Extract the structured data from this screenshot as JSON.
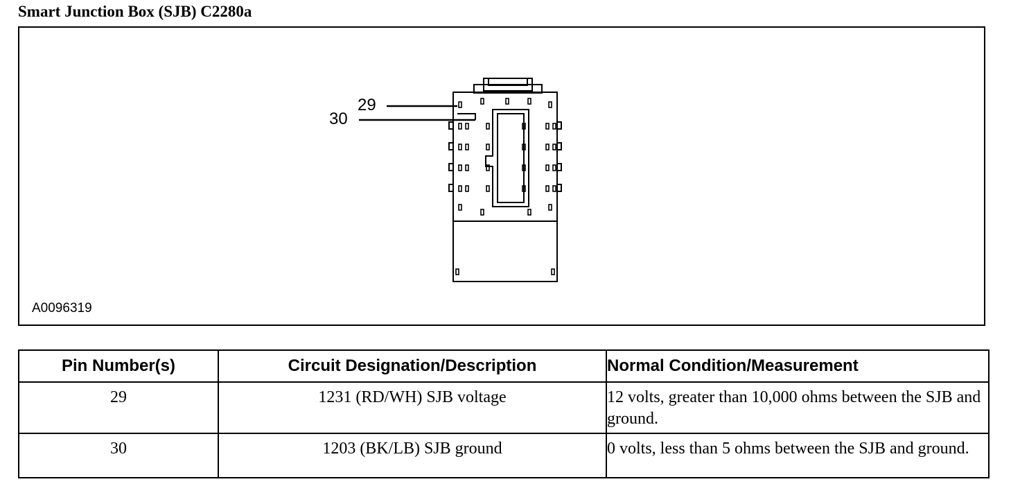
{
  "title": "Smart Junction Box (SJB) C2280a",
  "figure": {
    "id": "A0096319",
    "pin_labels": [
      {
        "pin": "29"
      },
      {
        "pin": "30"
      }
    ]
  },
  "table": {
    "headers": [
      "Pin Number(s)",
      "Circuit Designation/Description",
      "Normal Condition/Measurement"
    ],
    "rows": [
      [
        "29",
        "1231 (RD/WH) SJB voltage",
        "12 volts, greater than 10,000 ohms between the SJB and ground."
      ],
      [
        "30",
        "1203 (BK/LB) SJB ground",
        "0 volts, less than 5 ohms between the SJB and ground."
      ]
    ]
  }
}
